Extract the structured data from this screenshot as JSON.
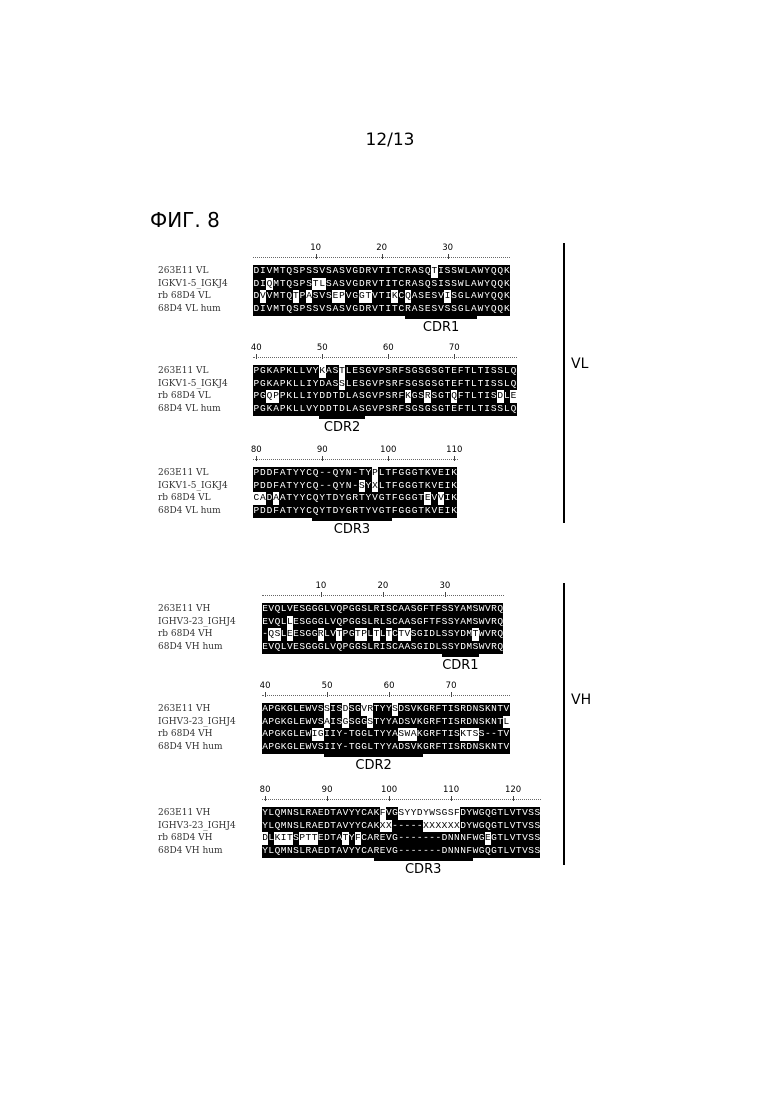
{
  "page_number": "12/13",
  "figure_title": "ФИГ. 8",
  "sections": [
    {
      "label": "VL",
      "blocks": [
        {
          "start": 1,
          "ruler": [
            "10",
            "20",
            "30"
          ],
          "cdr": {
            "label": "CDR1",
            "from": 24,
            "to": 34
          },
          "rows": [
            {
              "name": "263E11 VL",
              "seq": "DIVMTQSPSSVSASVGDRVTITCRASQTISSWLAWYQQK"
            },
            {
              "name": "IGKV1-5_IGKJ4",
              "seq": "DIQMTQSPSTLSASVGDRVTITCRASQSISSWLAWYQQK"
            },
            {
              "name": "rb 68D4 VL",
              "seq": "DVVMTQTPASVSEPVGGTVTIKCQASESVISGLAWYQQK"
            },
            {
              "name": "68D4 VL hum",
              "seq": "DIVMTQSPSSVSASVGDRVTITCRASESVSSGLAWYQQK"
            }
          ]
        },
        {
          "start": 40,
          "ruler": [
            "40",
            "50",
            "60",
            "70"
          ],
          "cdr": {
            "label": "CDR2",
            "from": 50,
            "to": 56
          },
          "rows": [
            {
              "name": "263E11 VL",
              "seq": "PGKAPKLLVYKASTLESGVPSRFSGSGSGTEFTLTISSLQ"
            },
            {
              "name": "IGKV1-5_IGKJ4",
              "seq": "PGKAPKLLIYDASSLESGVPSRFSGSGSGTEFTLTISSLQ"
            },
            {
              "name": "rb 68D4 VL",
              "seq": "PGQPPKLLIYDDTDLASGVPSRFKGSRSGTQFTLTISDLE"
            },
            {
              "name": "68D4 VL hum",
              "seq": "PGKAPKLLVYDDTDLASGVPSRFSGSGSGTEFTLTISSLQ"
            }
          ]
        },
        {
          "start": 80,
          "ruler": [
            "80",
            "90",
            "100",
            "110"
          ],
          "cdr": {
            "label": "CDR3",
            "from": 89,
            "to": 100
          },
          "rows": [
            {
              "name": "263E11 VL",
              "seq": "PDDFATYYCQ--QYN-TYPLTFGGGTKVEIK"
            },
            {
              "name": "IGKV1-5_IGKJ4",
              "seq": "PDDFATYYCQ--QYN-SYXLTFGGGTKVEIK"
            },
            {
              "name": "rb 68D4 VL",
              "seq": "CADAATYYCQYTDYGRTYVGTFGGGTEVVIK"
            },
            {
              "name": "68D4 VL hum",
              "seq": "PDDFATYYCQYTDYGRTYVGTFGGGTKVEIK"
            }
          ]
        }
      ]
    },
    {
      "label": "VH",
      "blocks": [
        {
          "start": 1,
          "ruler": [
            "10",
            "20",
            "30"
          ],
          "cdr": {
            "label": "CDR1",
            "from": 30,
            "to": 35
          },
          "rows": [
            {
              "name": "263E11 VH",
              "seq": "EVQLVESGGGLVQPGGSLRISCAASGFTFSSYAMSWVRQ"
            },
            {
              "name": "IGHV3-23_IGHJ4",
              "seq": "EVQLLESGGGLVQPGGSLRLSCAASGFTFSSYAMSWVRQ"
            },
            {
              "name": "rb 68D4 VH",
              "seq": "-QSLEESGGRLVTPGTPLTLTCTVSGIDLSSYDMTWVRQ"
            },
            {
              "name": "68D4 VH hum",
              "seq": "EVQLVESGGGLVQPGGSLRISCAASGIDLSSYDMSWVRQ"
            }
          ]
        },
        {
          "start": 40,
          "ruler": [
            "40",
            "50",
            "60",
            "70"
          ],
          "cdr": {
            "label": "CDR2",
            "from": 50,
            "to": 65
          },
          "rows": [
            {
              "name": "263E11 VH",
              "seq": "APGKGLEWVSSISDSGVRTYYSDSVKGRFTISRDNSKNTV"
            },
            {
              "name": "IGHV3-23_IGHJ4",
              "seq": "APGKGLEWVSAISGSGGSTYYADSVKGRFTISRDNSKNTL"
            },
            {
              "name": "rb 68D4 VH",
              "seq": "APGKGLEWIGIIY-TGGLTYYASWAKGRFTISKTSS--TV"
            },
            {
              "name": "68D4 VH hum",
              "seq": "APGKGLEWVSIIY-TGGLTYYADSVKGRFTISRDNSKNTV"
            }
          ]
        },
        {
          "start": 80,
          "ruler": [
            "80",
            "90",
            "100",
            "110",
            "120"
          ],
          "cdr": {
            "label": "CDR3",
            "from": 98,
            "to": 113
          },
          "rows": [
            {
              "name": "263E11 VH",
              "seq": "YLQMNSLRAEDTAVYYCAKFVGSYYDYWSGSFDYWGQGTLVTVSS"
            },
            {
              "name": "IGHV3-23_IGHJ4",
              "seq": "YLQMNSLRAEDTAVYYCAKXX-----XXXXXXDYWGQGTLVTVSS"
            },
            {
              "name": "rb 68D4 VH",
              "seq": "DLKITSPTTEDTATYFCAREVG-------DNNNFWGEGTLVTVSS"
            },
            {
              "name": "68D4 VH hum",
              "seq": "YLQMNSLRAEDTAVYYCAREVG-------DNNNFWGQGTLVTVSS"
            }
          ]
        }
      ]
    }
  ]
}
